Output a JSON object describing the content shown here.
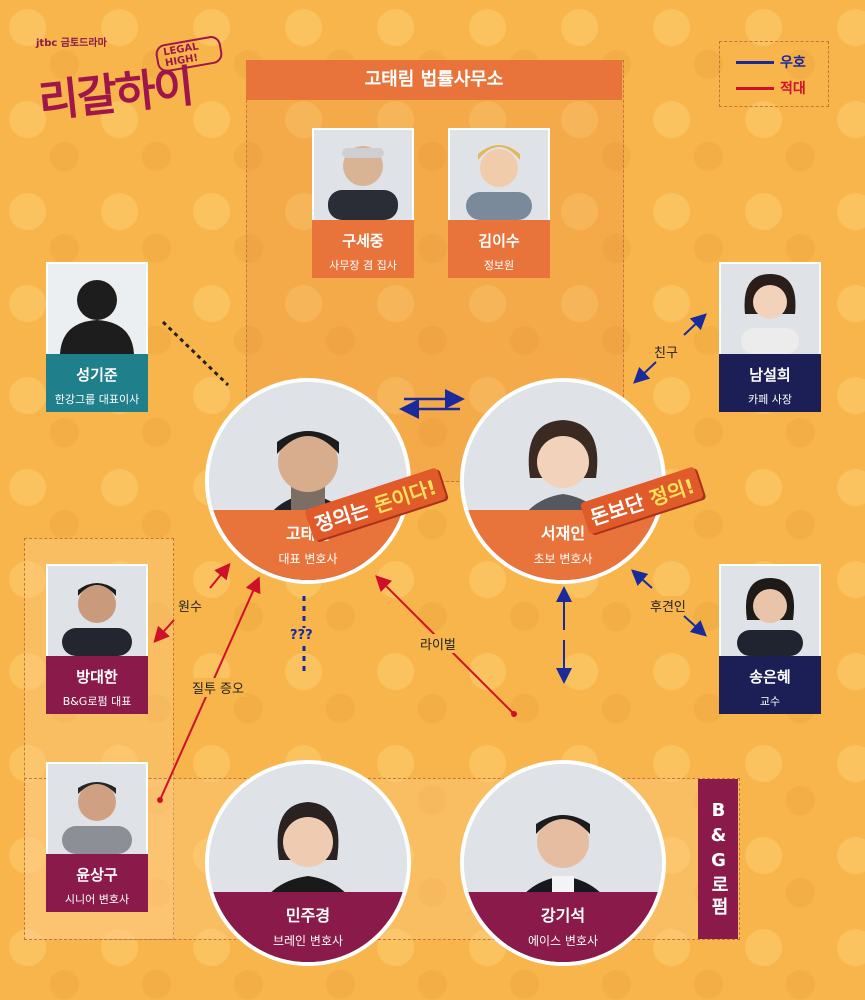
{
  "logo": {
    "brand": "jtbc 금토드라마",
    "title": "리갈하이",
    "sub": "LEGAL HIGH!"
  },
  "legend": {
    "friendly": "우호",
    "hostile": "적대",
    "friendly_color": "#1a2a9a",
    "hostile_color": "#d0102a"
  },
  "firm_title": "고태림 법률사무소",
  "bg_firm": "B&G로펌",
  "cards": {
    "gu": {
      "name": "구세중",
      "role": "사무장 겸 집사",
      "color": "#e8743c"
    },
    "kim": {
      "name": "김이수",
      "role": "정보원",
      "color": "#e8743c"
    },
    "sung": {
      "name": "성기준",
      "role": "한강그룹 대표이사",
      "color": "#1f7f8a"
    },
    "nam": {
      "name": "남설희",
      "role": "카페 사장",
      "color": "#1b1f55"
    },
    "song": {
      "name": "송은혜",
      "role": "교수",
      "color": "#1b1f55"
    },
    "bang": {
      "name": "방대한",
      "role": "B&G로펌 대표",
      "color": "#8a1a4a"
    },
    "yoon": {
      "name": "윤상구",
      "role": "시니어 변호사",
      "color": "#8a1a4a"
    }
  },
  "circles": {
    "go": {
      "name": "고태림",
      "role": "대표 변호사",
      "color": "#e8743c"
    },
    "seo": {
      "name": "서재인",
      "role": "초보 변호사",
      "color": "#e8743c"
    },
    "min": {
      "name": "민주경",
      "role": "브레인 변호사",
      "color": "#8a1a4a"
    },
    "kang": {
      "name": "강기석",
      "role": "에이스 변호사",
      "color": "#8a1a4a"
    }
  },
  "slogans": {
    "go": {
      "a": "정의는 ",
      "b": "돈이다!"
    },
    "seo": {
      "a": "돈보단 ",
      "b": "정의!"
    }
  },
  "relations": {
    "friend": "친구",
    "guardian": "후견인",
    "enemy": "원수",
    "question": "???",
    "jealous": "질투 증오",
    "rival": "라이벌"
  }
}
